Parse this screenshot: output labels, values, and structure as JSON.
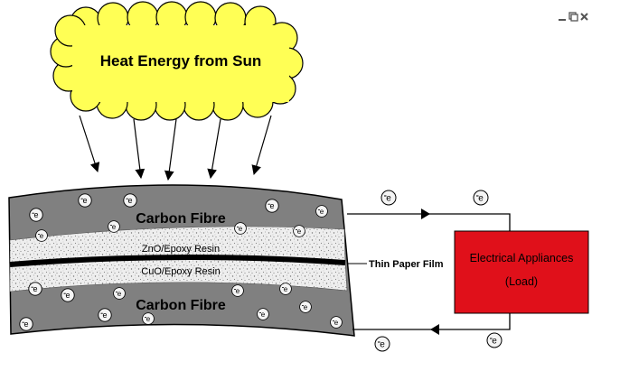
{
  "window_controls": {
    "minimize_icon": "minimize-icon",
    "restore_icon": "restore-icon",
    "close_icon": "close-icon"
  },
  "sun": {
    "label": "Heat Energy from Sun",
    "fill_color": "#ffff55",
    "stroke_color": "#000000"
  },
  "device": {
    "top_layer_label": "Carbon Fibre",
    "bottom_layer_label": "Carbon Fibre",
    "zno_layer_label": "ZnO/Epoxy Resin",
    "cuo_layer_label": "CuO/Epoxy Resin",
    "carbon_color": "#808080",
    "resin_color": "#e6e6e6",
    "film_color": "#000000"
  },
  "film_callout": {
    "label": "Thin Paper Film"
  },
  "load": {
    "label_line1": "Electrical Appliances",
    "label_line2": "(Load)",
    "fill_color": "#e0101a"
  },
  "charge_symbol": {
    "icon": "electron-icon",
    "glyph": "e"
  }
}
